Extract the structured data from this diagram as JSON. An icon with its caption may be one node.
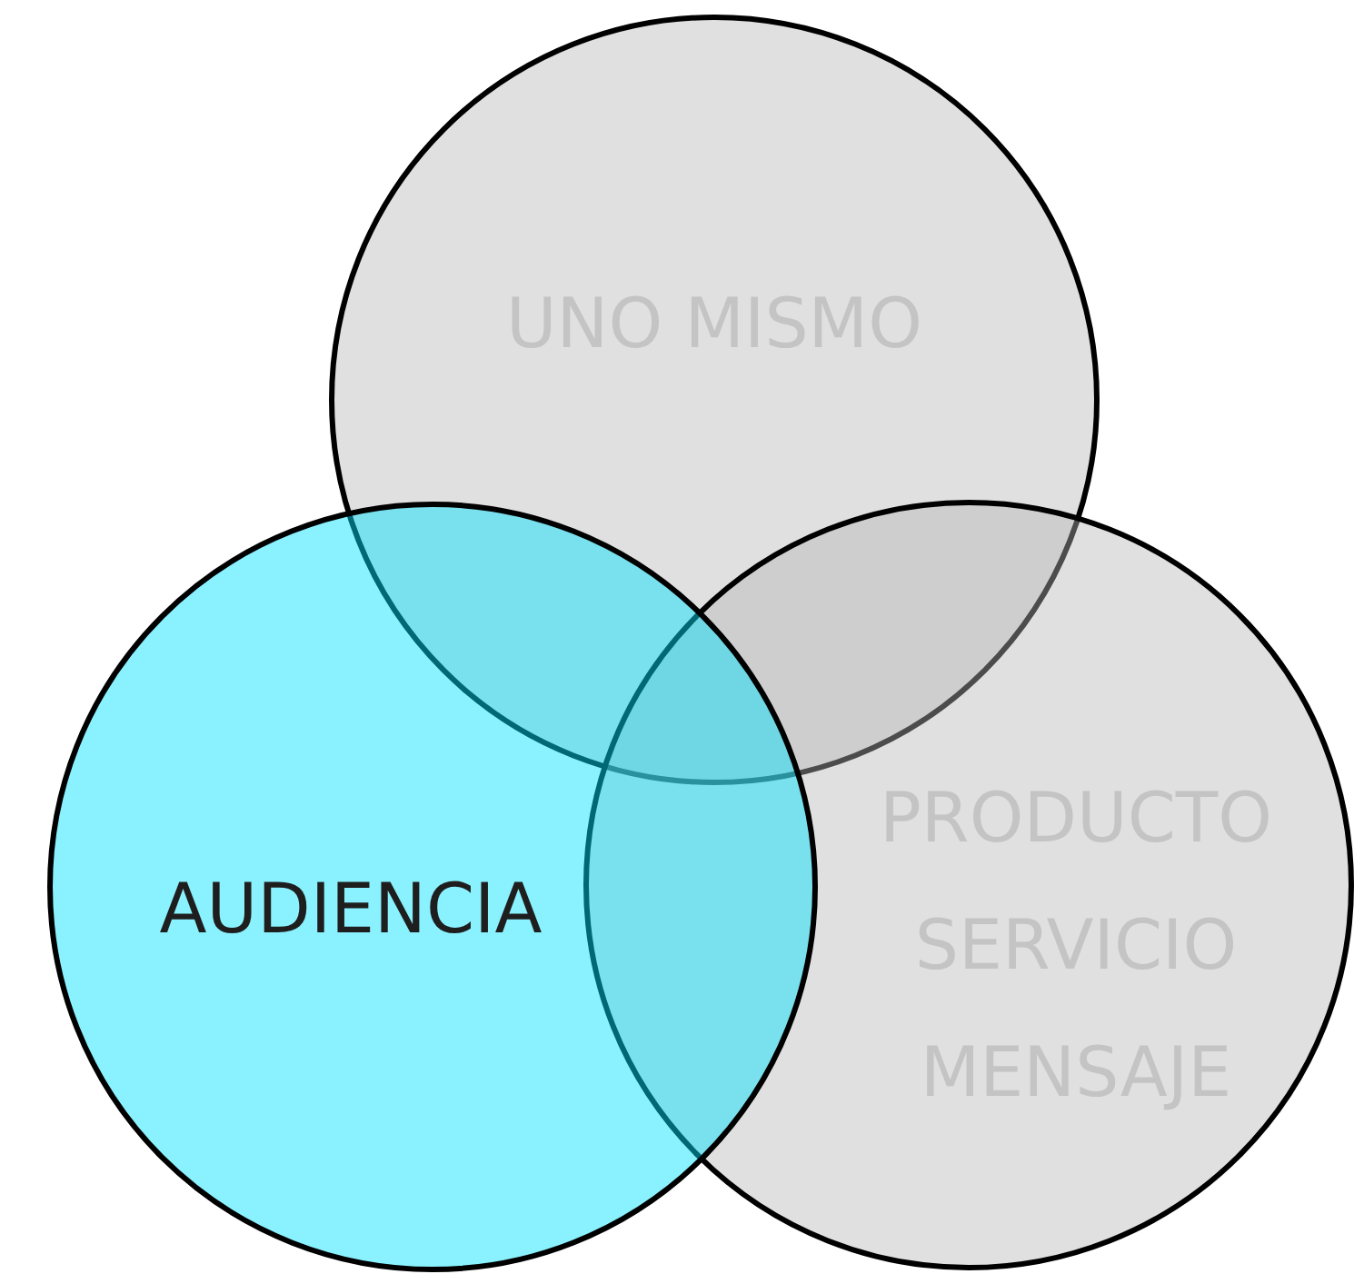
{
  "diagram": {
    "nodes": [
      {
        "text": [
          "UNO MISMO"
        ]
      },
      {
        "text": [
          "AUDIENCIA"
        ]
      },
      {
        "text": [
          "PRODUCTO SERVICIO MENSAJE"
        ]
      }
    ],
    "edges": []
  }
}
